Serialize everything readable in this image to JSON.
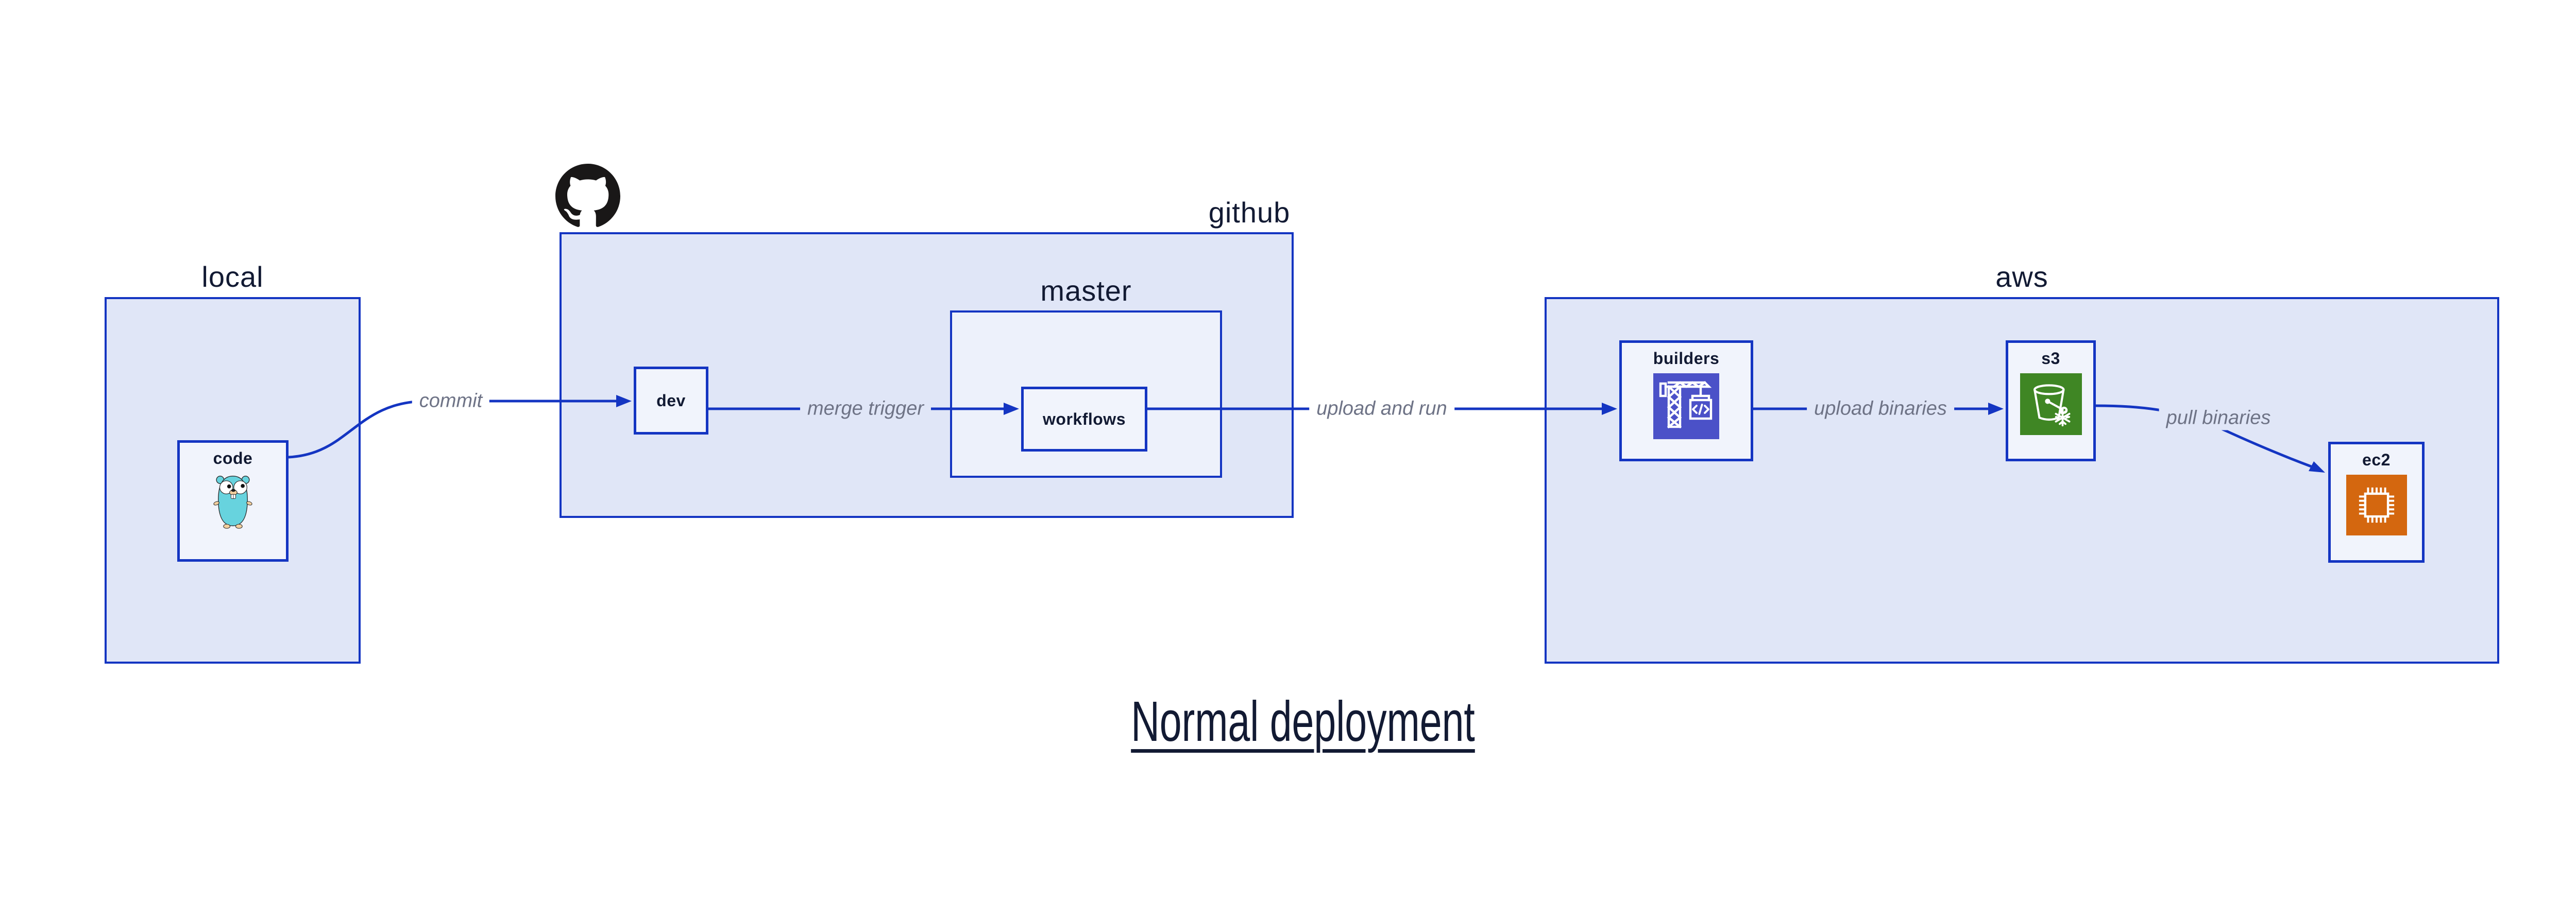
{
  "diagram": {
    "title": "Normal deployment",
    "containers": {
      "local": {
        "label": "local"
      },
      "github": {
        "label": "github"
      },
      "master": {
        "label": "master"
      },
      "aws": {
        "label": "aws"
      }
    },
    "nodes": {
      "code": {
        "label": "code",
        "icon": "go-gopher-icon"
      },
      "dev": {
        "label": "dev"
      },
      "workflows": {
        "label": "workflows"
      },
      "builders": {
        "label": "builders",
        "icon": "aws-codebuild-icon"
      },
      "s3": {
        "label": "s3",
        "icon": "aws-s3-glacier-icon"
      },
      "ec2": {
        "label": "ec2",
        "icon": "aws-ec2-icon"
      }
    },
    "edges": {
      "commit": {
        "label": "commit",
        "from": "code",
        "to": "dev"
      },
      "merge_trigger": {
        "label": "merge trigger",
        "from": "dev",
        "to": "workflows"
      },
      "upload_and_run": {
        "label": "upload and run",
        "from": "workflows",
        "to": "builders"
      },
      "upload_binaries": {
        "label": "upload binaries",
        "from": "builders",
        "to": "s3"
      },
      "pull_binaries": {
        "label": "pull binaries",
        "from": "s3",
        "to": "ec2"
      }
    },
    "colors": {
      "accent_blue": "#1435c2",
      "container_fill": "#e0e6f7",
      "master_fill": "#edf1fb",
      "node_fill": "#f1f4fc",
      "text_dark": "#121a33",
      "edge_label_gray": "#6e7386",
      "codebuild_purple": "#4b51c8",
      "glacier_green": "#3f8624",
      "ec2_orange": "#d4670f",
      "github_black": "#191717",
      "gopher_teal": "#67d3de"
    }
  }
}
